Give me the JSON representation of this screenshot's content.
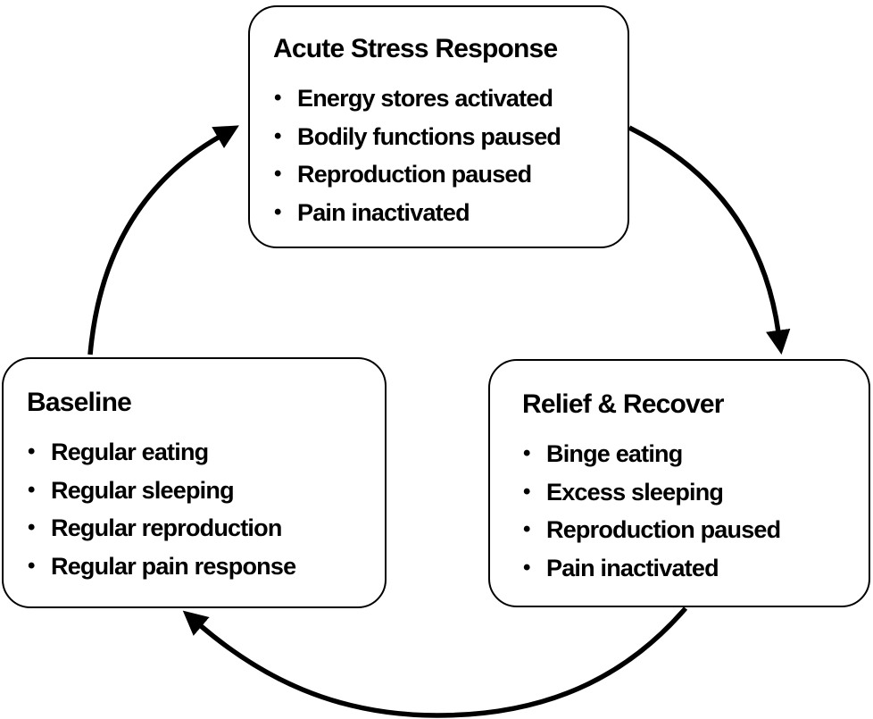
{
  "nodes": {
    "acute": {
      "title": "Acute Stress Response",
      "items": [
        "Energy stores activated",
        "Bodily functions paused",
        "Reproduction paused",
        "Pain inactivated"
      ]
    },
    "relief": {
      "title": "Relief & Recover",
      "items": [
        "Binge eating",
        "Excess sleeping",
        "Reproduction paused",
        "Pain inactivated"
      ]
    },
    "baseline": {
      "title": "Baseline",
      "items": [
        "Regular eating",
        "Regular sleeping",
        "Regular reproduction",
        "Regular pain response"
      ]
    }
  },
  "flow": [
    {
      "from": "Acute Stress Response",
      "to": "Relief & Recover"
    },
    {
      "from": "Relief & Recover",
      "to": "Baseline"
    },
    {
      "from": "Baseline",
      "to": "Acute Stress Response"
    }
  ],
  "icons": {
    "arrow_acute_to_relief": "curved-arrow-clockwise",
    "arrow_relief_to_baseline": "curved-arrow-clockwise",
    "arrow_baseline_to_acute": "curved-arrow-clockwise"
  },
  "colors": {
    "line": "#000000",
    "box_border": "#000000",
    "box_fill": "#ffffff",
    "background": "#ffffff",
    "text": "#000000"
  }
}
